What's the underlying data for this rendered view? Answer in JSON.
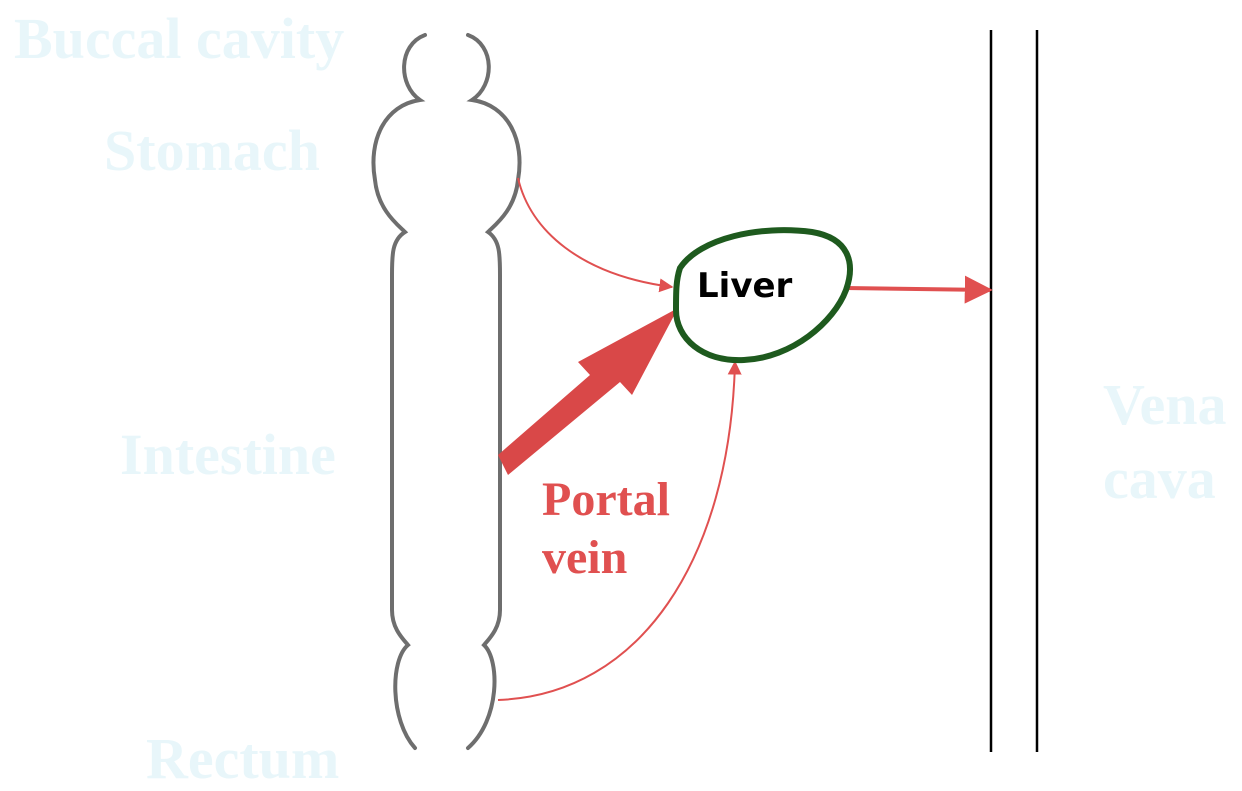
{
  "labels": {
    "buccal_cavity": "Buccal cavity",
    "stomach": "Stomach",
    "intestine": "Intestine",
    "rectum": "Rectum",
    "vena_cava_line1": "Vena",
    "vena_cava_line2": "cava",
    "portal_vein_line1": "Portal",
    "portal_vein_line2": "vein",
    "liver": "Liver"
  },
  "colors": {
    "organ_label": "#e8f6fa",
    "gut_outline": "#6e6e6e",
    "vessel": "#e05050",
    "liver_outline": "#1e5a1e",
    "vena_cava_walls": "#000000"
  }
}
